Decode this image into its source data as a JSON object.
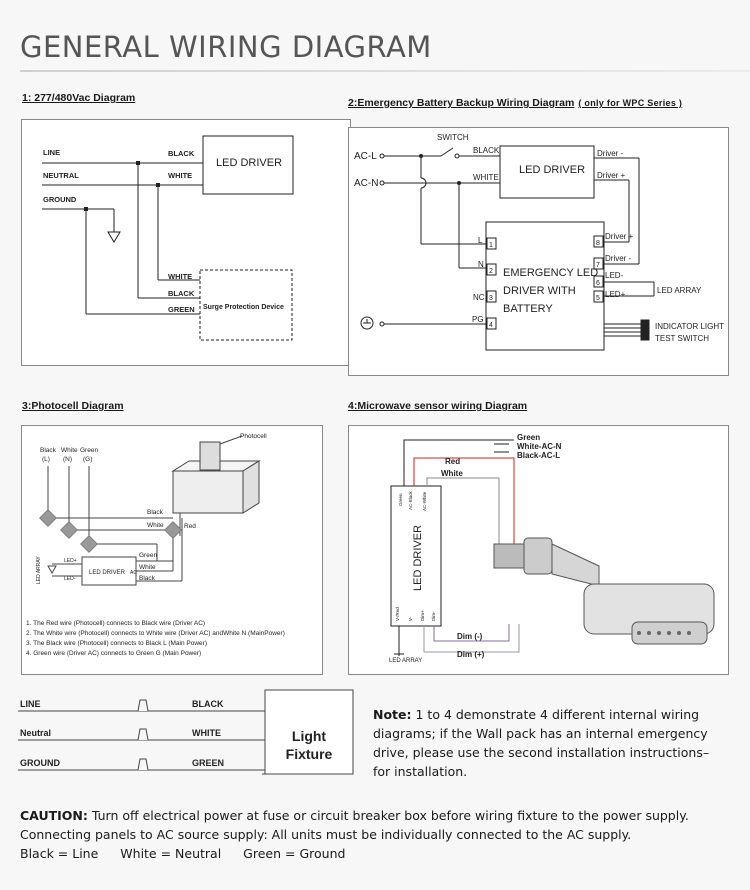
{
  "title": "GENERAL WIRING DIAGRAM",
  "diagram1": {
    "heading": "1: 277/480Vac Diagram",
    "wires": [
      "LINE",
      "NEUTRAL",
      "GROUND"
    ],
    "driver_wires": [
      "BLACK",
      "WHITE"
    ],
    "driver": "LED DRIVER",
    "spd_wires": [
      "WHITE",
      "BLACK",
      "GREEN"
    ],
    "spd": "Surge Protection Device"
  },
  "diagram2": {
    "heading": "2:Emergency Battery Backup Wiring Diagram",
    "heading_note": "( only for WPC Series )",
    "switch": "SWITCH",
    "acl": "AC-L",
    "acn": "AC-N",
    "black": "BLACK",
    "white": "WHITE",
    "driver": "LED DRIVER",
    "driver_minus": "Driver -",
    "driver_plus": "Driver +",
    "em_lines": [
      "EMERGENCY LED",
      "DRIVER WITH",
      "BATTERY"
    ],
    "left_pins": [
      {
        "label": "L",
        "num": "1"
      },
      {
        "label": "N",
        "num": "2"
      },
      {
        "label": "NC",
        "num": "3"
      },
      {
        "label": "PG",
        "num": "4"
      }
    ],
    "right_pins": [
      {
        "label": "Driver +",
        "num": "8"
      },
      {
        "label": "Driver -",
        "num": "7"
      },
      {
        "label": "LED-",
        "num": "6"
      },
      {
        "label": "LED+",
        "num": "5"
      }
    ],
    "led_array": "LED ARRAY",
    "indicator": [
      "INDICATOR LIGHT",
      "TEST SWITCH"
    ]
  },
  "diagram3": {
    "heading": "3:Photocell Diagram",
    "photocell": "Photocell",
    "lead_cols": [
      {
        "name": "Black",
        "code": "(L)"
      },
      {
        "name": "White",
        "code": "(N)"
      },
      {
        "name": "Green",
        "code": "(G)"
      }
    ],
    "black": "Black",
    "white": "White",
    "red": "Red",
    "driver": "LED DRIVER",
    "led_plus": "LED+",
    "led_minus": "LED-",
    "led_array": "LED ARRAY",
    "ac": "AC",
    "driver_green": "Green",
    "driver_white": "White",
    "driver_black": "Black",
    "notes": [
      "1. The Red wire (Photocell) connects to Black wire (Driver AC)",
      "2. The White wire (Photocell) connects to White wire (Driver AC) andWhite N (MainPower)",
      "3. The Black wire (Photocell) connects to Black L (Main Power)",
      "4. Green wire (Driver AC) connects to Green G (Main Power)"
    ]
  },
  "diagram4": {
    "heading": "4:Microwave sensor wiring Diagram",
    "green": "Green",
    "white_acn": "White-AC-N",
    "black_acl": "Black-AC-L",
    "red": "Red",
    "white": "White",
    "driver": "LED DRIVER",
    "driver_top_pins": [
      "Green",
      "AC-Black",
      "AC-White"
    ],
    "driver_bottom_pins": [
      "V-/Red",
      "V-",
      "Dim+",
      "Dim-"
    ],
    "dim_minus": "Dim (-)",
    "dim_plus": "Dim (+)",
    "led_array": "LED ARRAY"
  },
  "fixture": {
    "rows": [
      {
        "left": "LINE",
        "right": "BLACK"
      },
      {
        "left": "Neutral",
        "right": "WHITE"
      },
      {
        "left": "GROUND",
        "right": "GREEN"
      }
    ],
    "label1": "Light",
    "label2": "Fixture"
  },
  "note": {
    "label": "Note:",
    "text": " 1 to 4 demonstrate 4 different internal wiring diagrams; if the Wall pack has an internal emergency drive, please use the second installation instructions–for installation."
  },
  "caution": {
    "label": "CAUTION:",
    "line1": " Turn off electrical power at fuse or circuit breaker box before wiring fixture to the power supply.",
    "line2": "Connecting panels to AC source supply: All units must be individually connected to the AC supply.",
    "legend": [
      "Black = Line",
      "White = Neutral",
      "Green = Ground"
    ]
  }
}
